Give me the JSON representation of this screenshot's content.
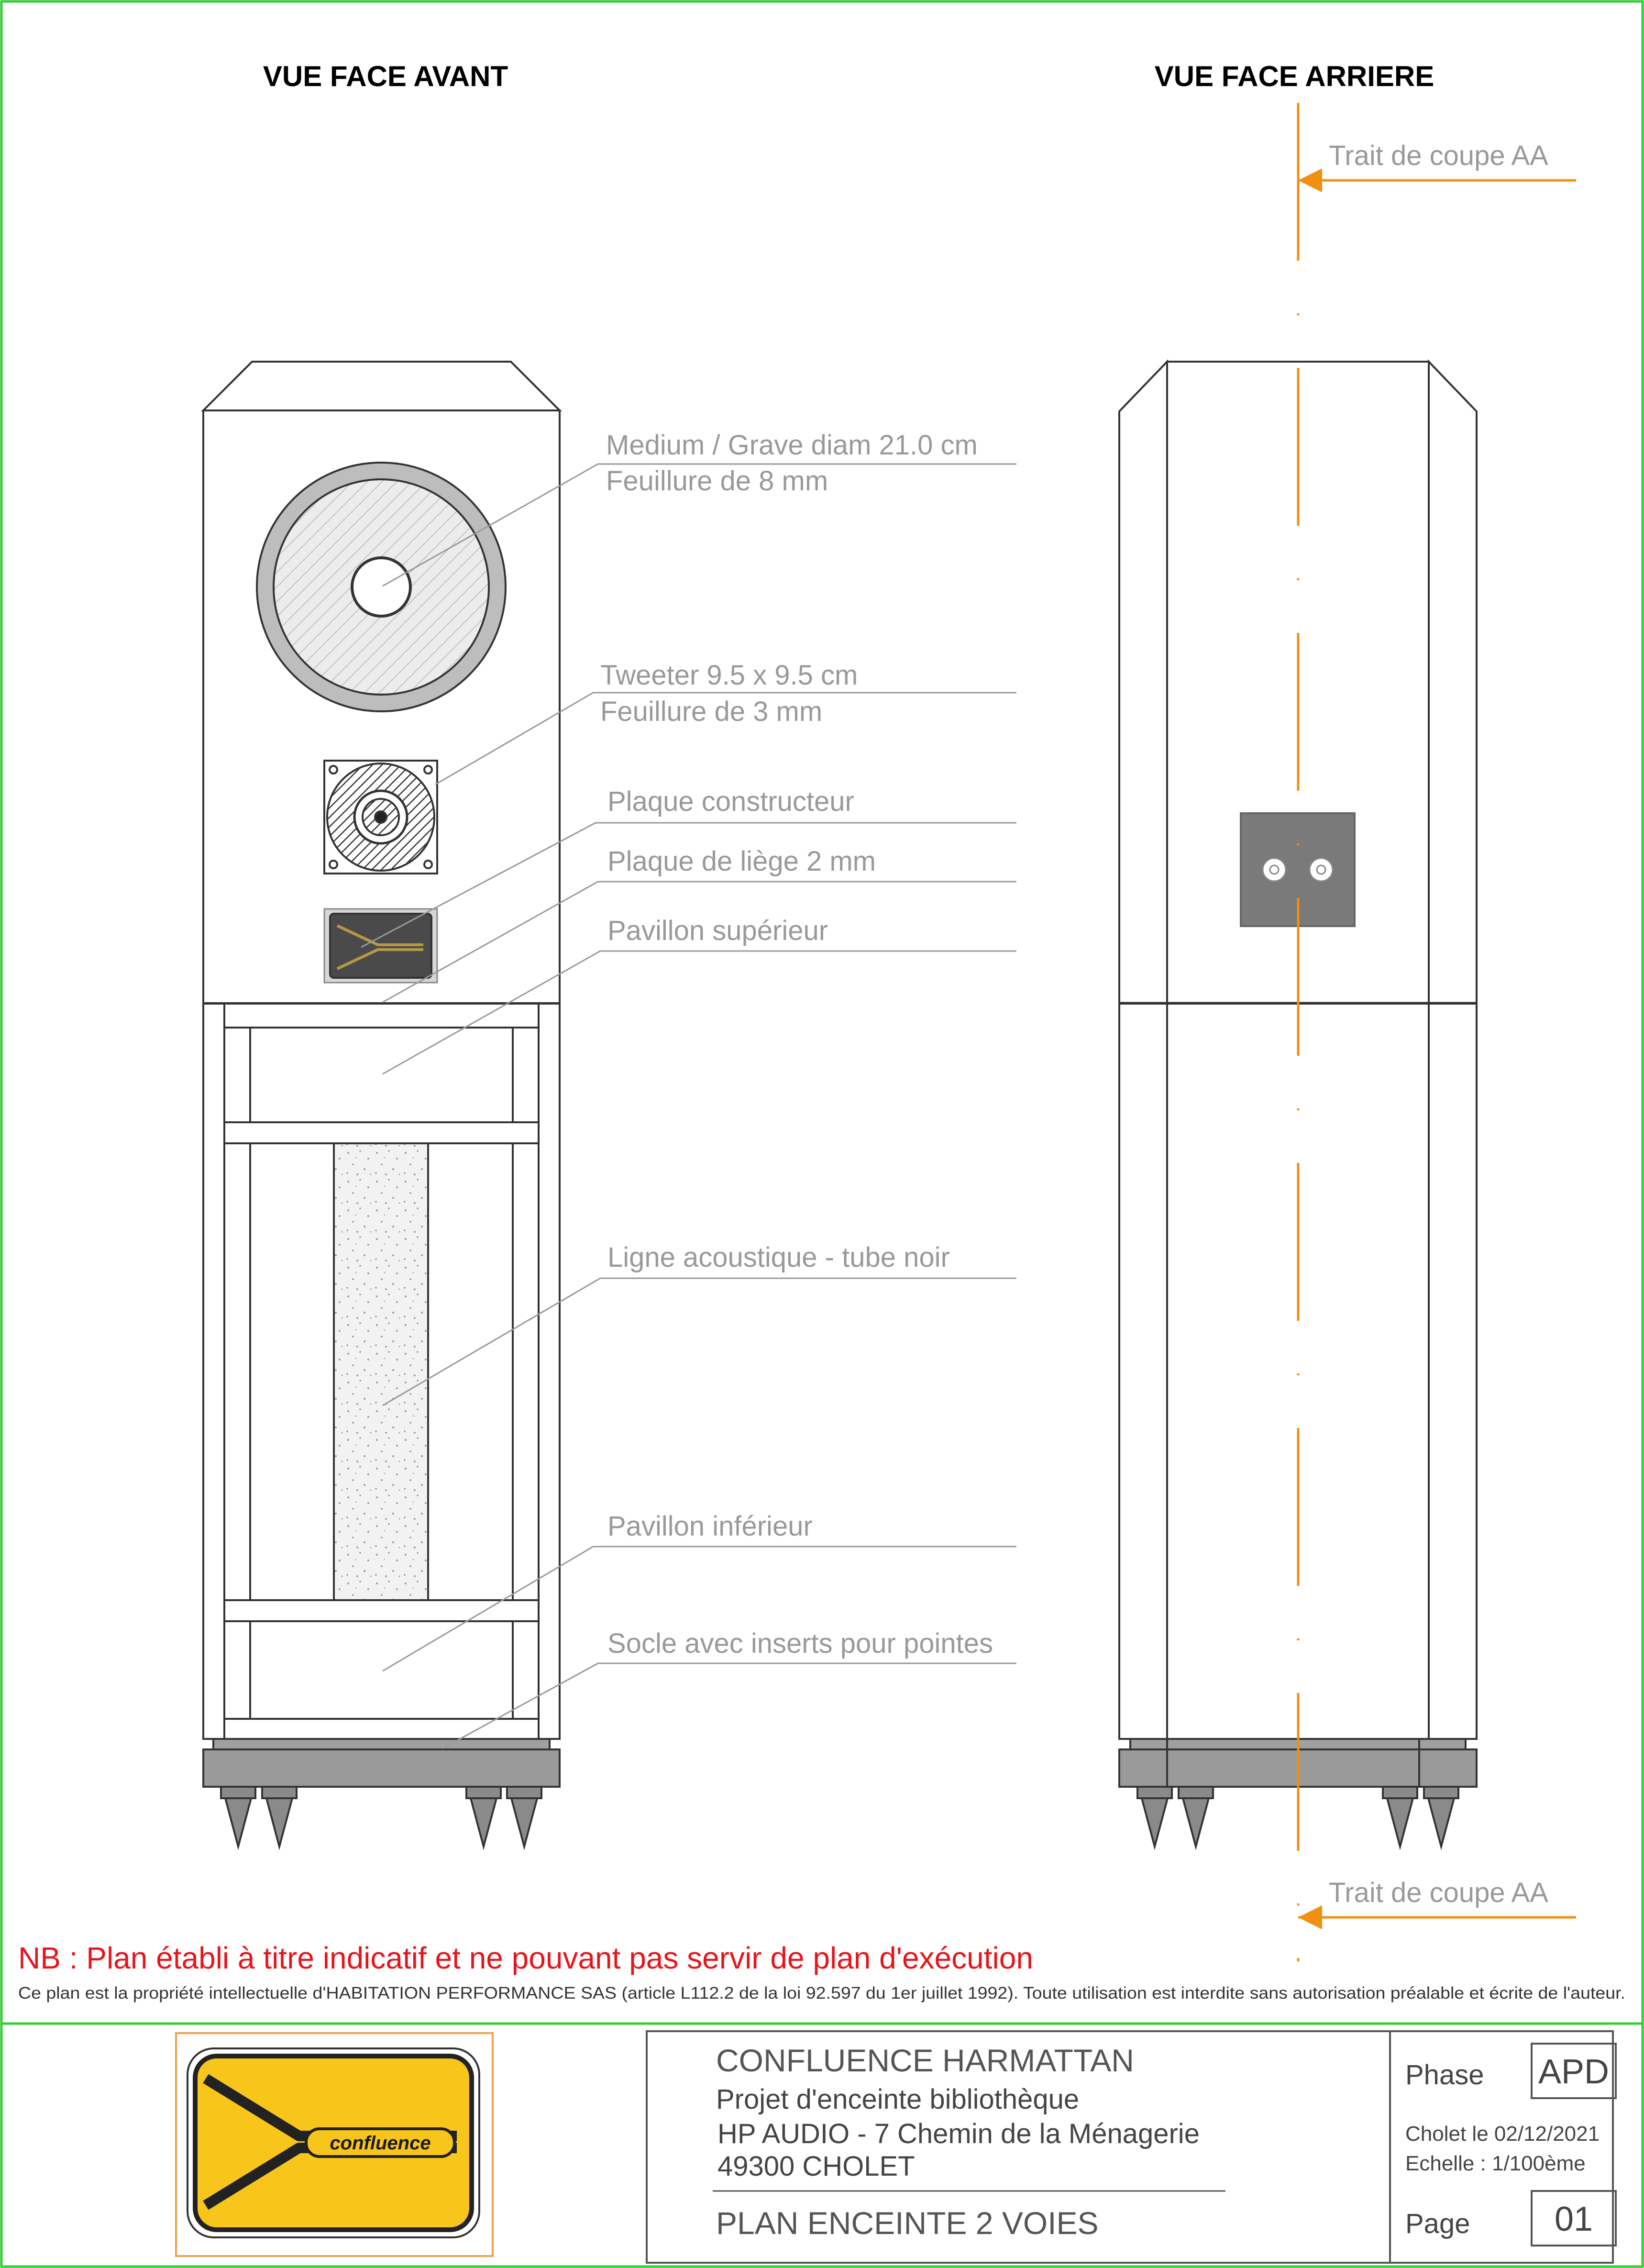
{
  "views": {
    "front_title": "VUE FACE AVANT",
    "rear_title": "VUE FACE ARRIERE"
  },
  "section": {
    "top_label": "Trait de coupe AA",
    "bottom_label": "Trait de coupe AA"
  },
  "callouts": [
    {
      "line1": "Medium / Grave diam 21.0 cm",
      "line2": "Feuillure de 8 mm"
    },
    {
      "line1": "Tweeter  9.5 x 9.5 cm",
      "line2": "Feuillure de 3 mm"
    },
    {
      "line1": "Plaque constructeur",
      "line2": ""
    },
    {
      "line1": "Plaque de liège 2 mm",
      "line2": ""
    },
    {
      "line1": "Pavillon supérieur",
      "line2": ""
    },
    {
      "line1": "Ligne acoustique - tube noir",
      "line2": ""
    },
    {
      "line1": "Pavillon inférieur",
      "line2": ""
    },
    {
      "line1": "Socle avec inserts pour pointes",
      "line2": ""
    }
  ],
  "notes": {
    "nb": "NB : Plan établi à titre indicatif et ne pouvant pas servir de plan d'exécution",
    "ownership": "Ce plan est la propriété intellectuelle d'HABITATION PERFORMANCE SAS (article L112.2 de la loi 92.597 du 1er juillet 1992).   Toute utilisation est interdite sans autorisation préalable et écrite de l'auteur."
  },
  "title_block": {
    "logo_word": "confluence",
    "project_name": "CONFLUENCE HARMATTAN",
    "project_line1": "Projet d'enceinte bibliothèque",
    "project_line2": "HP AUDIO - 7 Chemin de la Ménagerie",
    "project_line3": "49300 CHOLET",
    "plan_title": "PLAN ENCEINTE 2 VOIES",
    "phase_label": "Phase",
    "phase_value": "APD",
    "date_line": "Cholet  le 02/12/2021",
    "scale_line": "Echelle :  1/100ème",
    "page_label": "Page",
    "page_value": "01"
  },
  "colors": {
    "frame": "#33cc33",
    "section_line": "#f0900e",
    "nb_text": "#e8141b",
    "callout_text": "#999999",
    "logo_yellow": "#f8c51a"
  }
}
